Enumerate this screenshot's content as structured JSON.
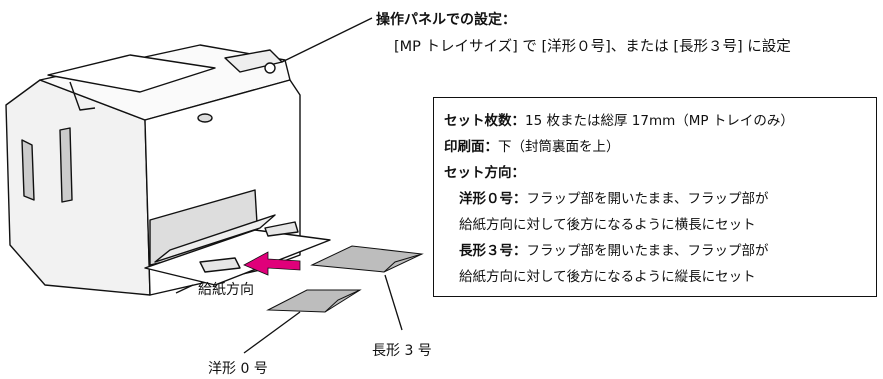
{
  "panel": {
    "heading": "操作パネルでの設定：",
    "instruction": "[MP トレイサイズ] で [洋形０号]、または [長形３号] に設定"
  },
  "info": {
    "count_label": "セット枚数：",
    "count_value": "15 枚または総厚 17mm（MP トレイのみ）",
    "face_label": "印刷面：",
    "face_value": "下（封筒裏面を上）",
    "direction_label": "セット方向：",
    "youkei_label": "洋形０号：",
    "youkei_line1": "フラップ部を開いたまま、フラップ部が",
    "youkei_line2": "給紙方向に対して後方になるように横長にセット",
    "choukei_label": "長形３号：",
    "choukei_line1": "フラップ部を開いたまま、フラップ部が",
    "choukei_line2": "給紙方向に対して後方になるように縦長にセット"
  },
  "labels": {
    "feed_direction": "給紙方向",
    "choukei": "長形 3 号",
    "youkei": "洋形 0 号"
  },
  "colors": {
    "arrow": "#e0007a",
    "envelope": "#bdbdbd",
    "line": "#111111"
  }
}
